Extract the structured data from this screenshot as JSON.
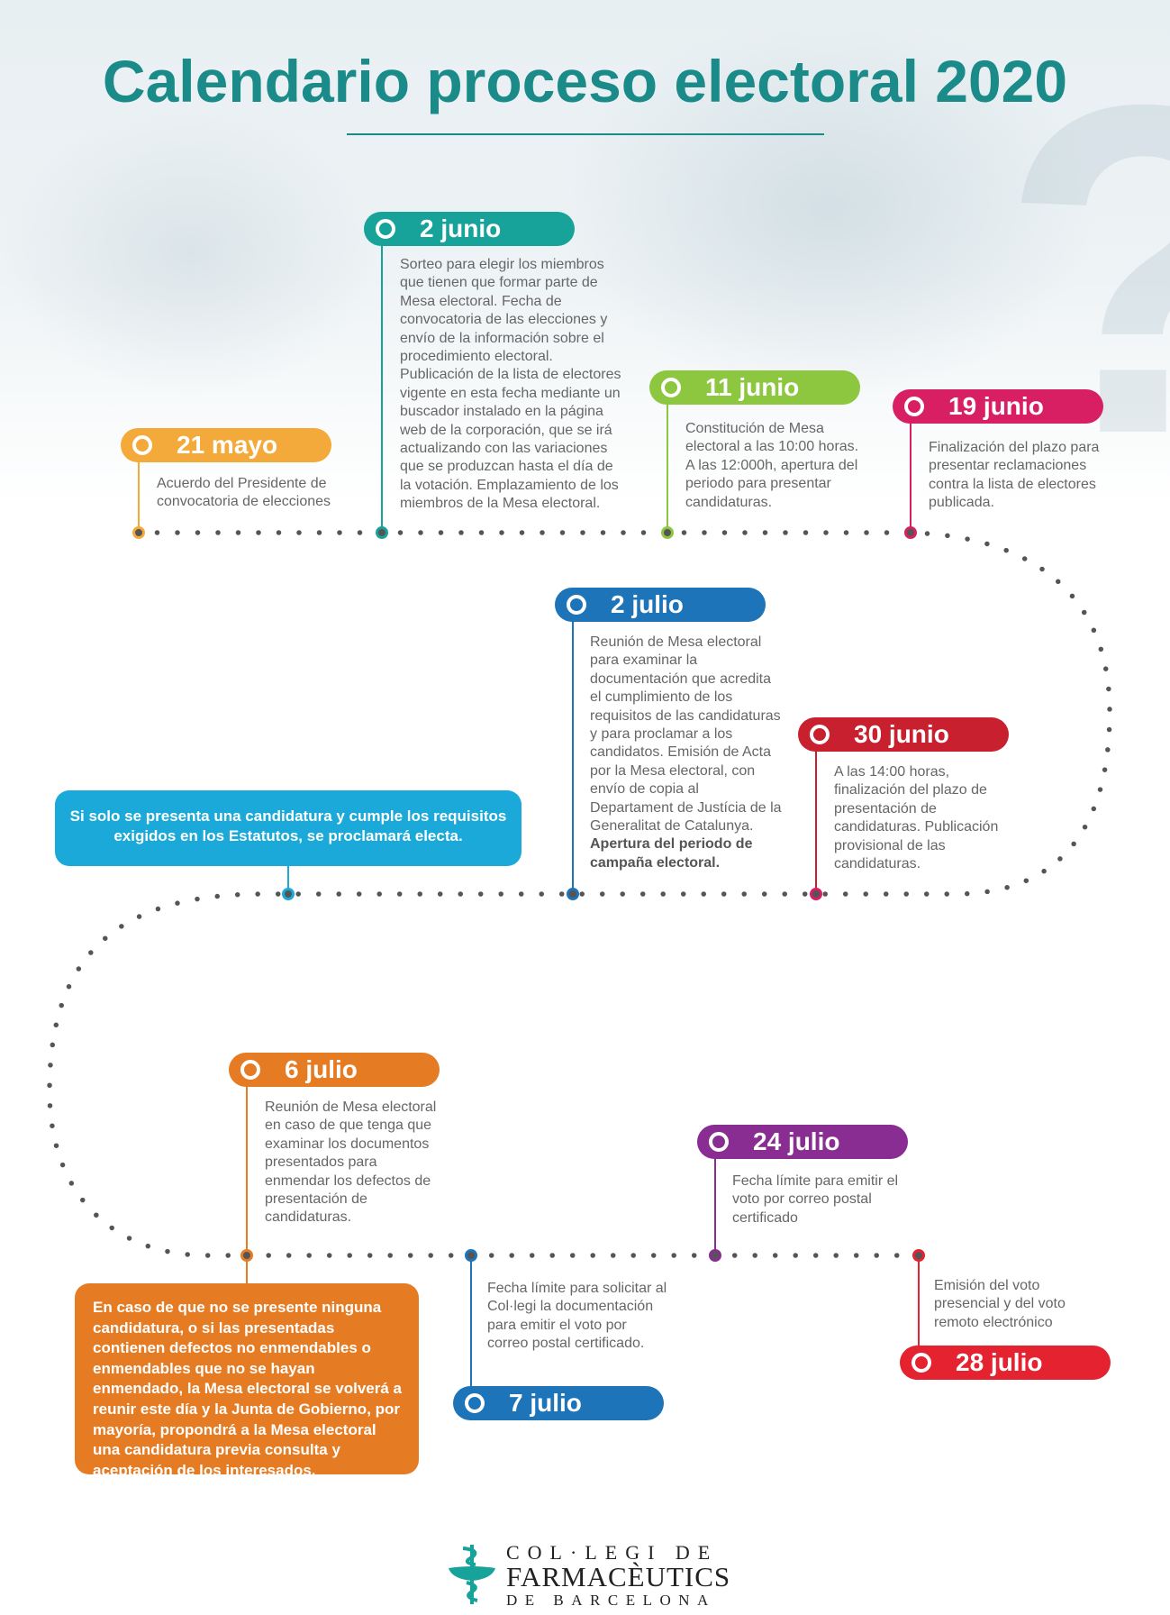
{
  "title": "Calendario proceso electoral 2020",
  "colors": {
    "title": "#1a8b88",
    "mayo21": "#f4aa3a",
    "junio2": "#17a39a",
    "junio11": "#8dc63f",
    "junio19": "#d81f63",
    "julio2": "#1d74b9",
    "junio30": "#c8202f",
    "julio6": "#e57c24",
    "julio7": "#1d74b9",
    "julio24": "#8a2d92",
    "julio28": "#e52230",
    "callout_blue": "#1aa9d8",
    "callout_orange": "#e57c24",
    "dots": "#555555"
  },
  "events": {
    "mayo21": {
      "date": "21 mayo",
      "text": "Acuerdo del Presidente de convocatoria de elecciones"
    },
    "junio2": {
      "date": "2 junio",
      "text": "Sorteo para elegir los miembros que tienen que formar parte de Mesa electoral. Fecha de convocatoria de las elecciones y envío de la información sobre el procedimiento electoral. Publicación de la lista de electores vigente en esta fecha mediante un buscador instalado en la página web de la corporación, que se irá actualizando con las variaciones que se produzcan hasta el día de la votación. Emplazamiento de los miembros de la Mesa electoral."
    },
    "junio11": {
      "date": "11 junio",
      "text": "Constitución de Mesa electoral a las 10:00 horas. A las 12:000h, apertura del periodo para presentar candidaturas."
    },
    "junio19": {
      "date": "19 junio",
      "text": "Finalización del plazo para presentar reclamaciones contra la lista de electores publicada."
    },
    "julio2": {
      "date": "2 julio",
      "text": "Reunión de Mesa electoral para examinar la documentación que acredita el cumplimiento de los requisitos de las candidaturas y para proclamar a los candidatos. Emisión de Acta por la Mesa electoral, con envío de copia al Departament de Justícia de la Generalitat de Catalunya.",
      "bold": "Apertura del periodo de campaña electoral."
    },
    "junio30": {
      "date": "30 junio",
      "text": "A las 14:00 horas, finalización del plazo de presentación de candidaturas. Publicación provisional de las candidaturas."
    },
    "julio6": {
      "date": "6 julio",
      "text": "Reunión de Mesa electoral en caso de que tenga que examinar los documentos presentados para enmendar los defectos de presentación de candidaturas."
    },
    "julio7": {
      "date": "7 julio",
      "text": "Fecha límite para solicitar al Col·legi la documentación para emitir el voto por correo postal certificado."
    },
    "julio24": {
      "date": "24 julio",
      "text": "Fecha límite para emitir el voto por correo postal certificado"
    },
    "julio28": {
      "date": "28 julio",
      "text": "Emisión del voto presencial y del voto remoto electrónico"
    }
  },
  "callouts": {
    "single_candidacy": "Si solo se presenta una candidatura y cumple los requisitos exigidos en los Estatutos, se proclamará electa.",
    "no_candidacy": "En caso de que no se presente ninguna candidatura, o si las presentadas contienen defectos no enmendables o enmendables que no se hayan enmendado, la Mesa electoral se volverá a reunir este día y la Junta de Gobierno, por mayoría, propondrá a la Mesa electoral una candidatura previa consulta y aceptación de los interesados."
  },
  "logo": {
    "line1": "COL·LEGI DE",
    "line2": "FARMACÈUTICS",
    "line3": "DE BARCELONA",
    "icon": "caduceus-bowl-icon"
  }
}
